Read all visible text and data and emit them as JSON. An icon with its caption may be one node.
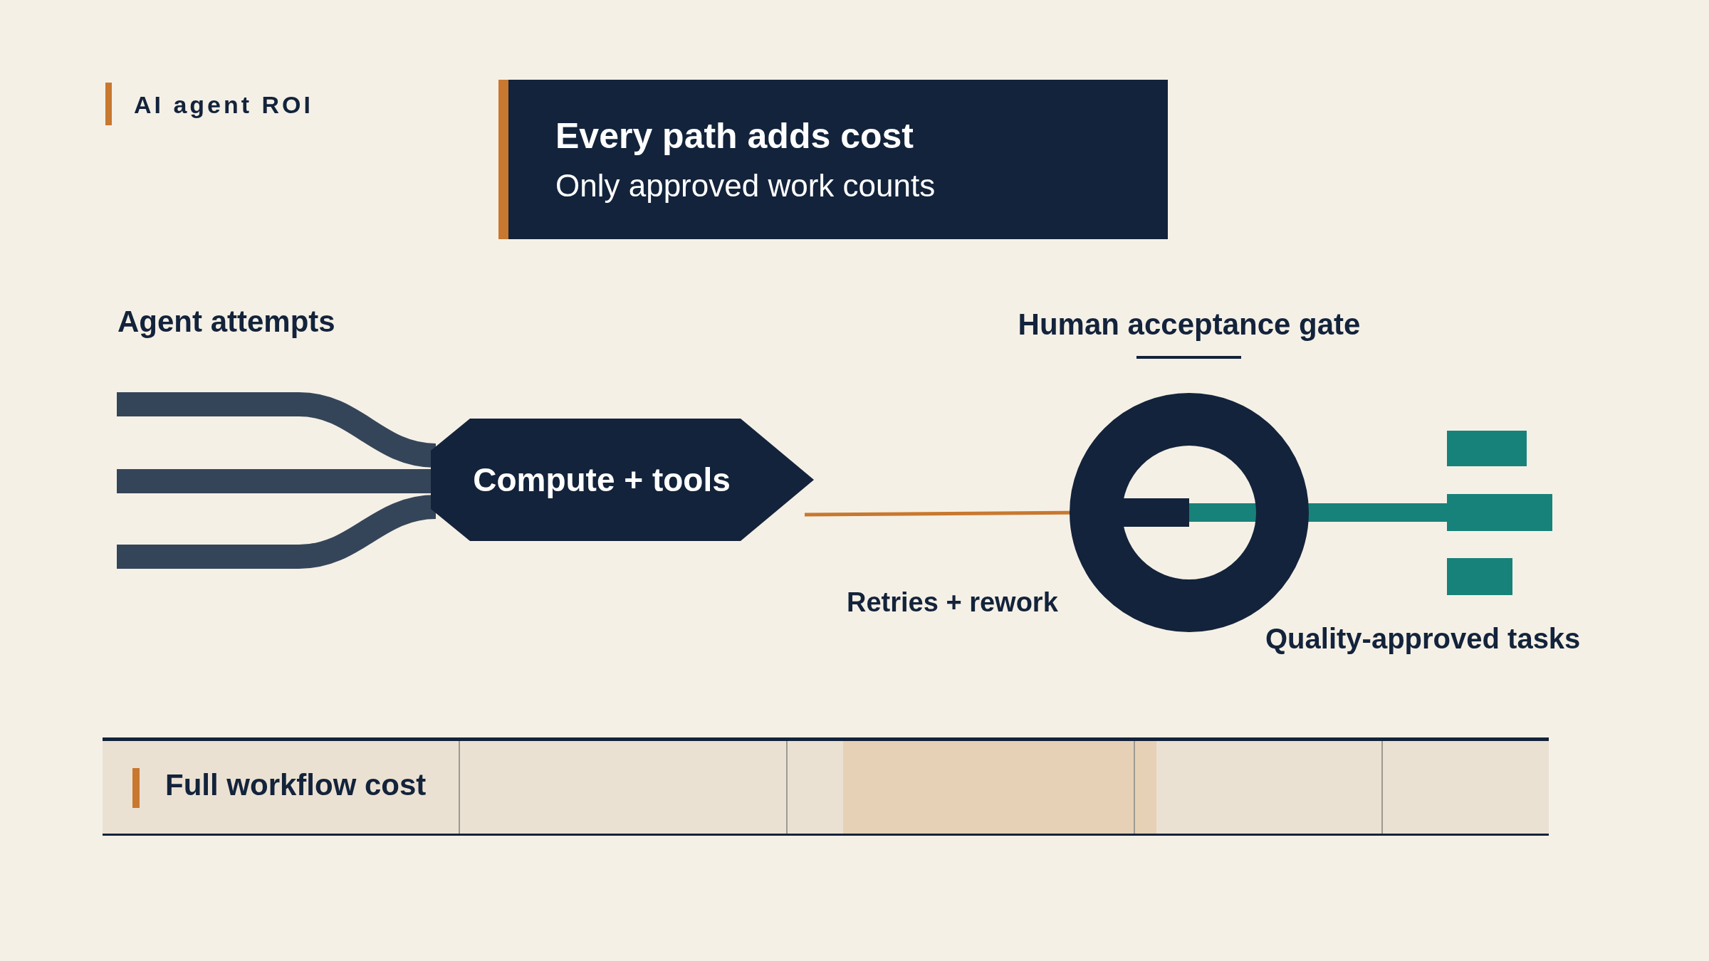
{
  "diagram": {
    "nodes": [
      {
        "text": [
          "Every path adds cost",
          "Only approved work counts"
        ]
      },
      {
        "text": [
          "Compute + tools"
        ]
      },
      {
        "text": [
          "Human acceptance gate"
        ]
      },
      {
        "text": [],
        "shape": "bar"
      },
      {
        "text": [],
        "shape": "bar"
      },
      {
        "text": [],
        "shape": "bar"
      },
      {
        "text": [
          "Full workflow cost"
        ]
      }
    ],
    "edges": [
      {
        "from": null,
        "to": 1,
        "arrow": "none"
      },
      {
        "from": null,
        "to": 1,
        "arrow": "none"
      },
      {
        "from": null,
        "to": 1,
        "arrow": "none"
      },
      {
        "from": 1,
        "to": 2,
        "arrow": "none",
        "label": "Retries + rework",
        "color": "#c8782f"
      },
      {
        "from": 2,
        "to": 4,
        "arrow": "none",
        "color": "#17827a"
      }
    ],
    "labels": [
      "AI agent ROI",
      "Agent attempts",
      "Quality-approved tasks"
    ]
  }
}
